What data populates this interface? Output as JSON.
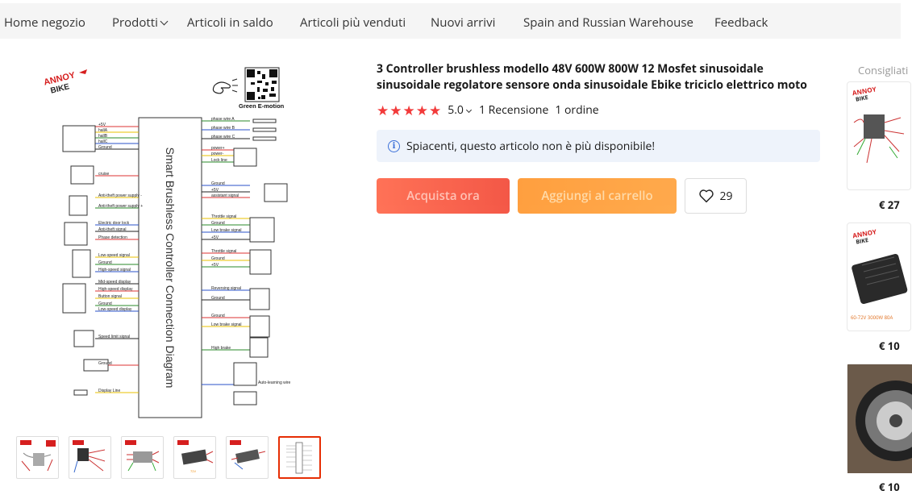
{
  "nav": {
    "items": [
      "Home negozio",
      "Prodotti",
      "Articoli in saldo",
      "Articoli più venduti",
      "Nuovi arrivi",
      "Spain and Russian Warehouse",
      "Feedback"
    ]
  },
  "gallery": {
    "brand_logo": "ANNOY BIKE",
    "diagram_title": "Smart Brushless Controller Connection Diagram",
    "qr_caption": "Green E-motion",
    "left_labels": [
      "+5V",
      "hallA",
      "hallB",
      "hallC",
      "Ground",
      "cruise",
      "Anti-theft power supply -",
      "Anti-theft power supply +",
      "Electric door lock",
      "Anti-theft signal",
      "Phase detection",
      "Low-speed signal",
      "Ground",
      "High-speed signal",
      "Mid-speed display",
      "High-speed display",
      "Button signal",
      "Ground",
      "Low-speed display",
      "Speed limit signal",
      "Ground",
      "Display Line"
    ],
    "right_labels": [
      "phase wire A",
      "phase wire B",
      "phase wire C",
      "power+",
      "power-",
      "Lock line",
      "Ground",
      "+5V",
      "assistant signal",
      "Throttle signal",
      "Ground",
      "Low brake signal",
      "+5V",
      "Throttle signal",
      "Ground",
      "+5V",
      "Reversing signal",
      "Ground",
      "Ground",
      "Low brake signal",
      "High brake",
      "Auto-learning wire"
    ],
    "thumbnails": 6,
    "selected_thumbnail": 5
  },
  "product": {
    "title": "3 Controller brushless modello 48V 600W 800W 12 Mosfet sinusoidale sinusoidale regolatore sensore onda sinusoidale Ebike triciclo elettrico moto",
    "rating": "5.0",
    "reviews": "1 Recensione",
    "orders": "1 ordine",
    "stars": 5,
    "notice": "Spiacenti, questo articolo non è più disponibile!",
    "buy_label": "Acquista ora",
    "cart_label": "Aggiungi al carrello",
    "wishlist_count": "29"
  },
  "recommendations": {
    "title": "Consigliati",
    "prices": [
      "€ 27",
      "€ 10",
      "€ 10"
    ],
    "card2_caption": "60-72V 3000W 80A"
  },
  "colors": {
    "accent": "#f23a3a",
    "buy": "#f23b27",
    "cart": "#ff9b2d",
    "notice_bg": "#eef3fb"
  }
}
